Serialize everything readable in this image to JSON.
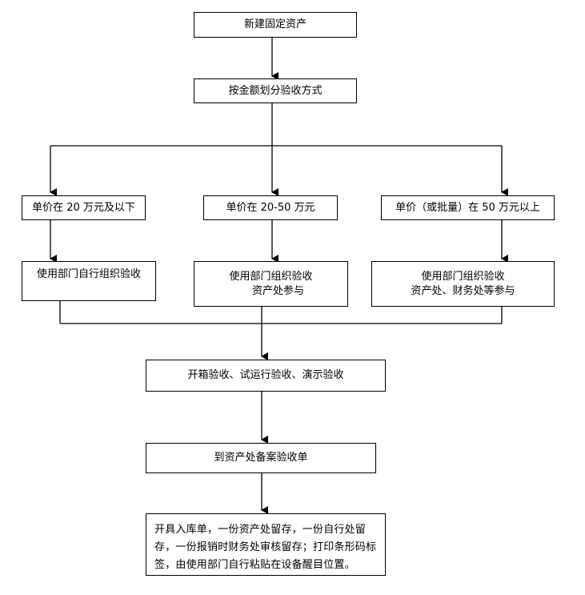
{
  "flow": {
    "start": "新建固定资产",
    "method": "按金额划分验收方式",
    "tiers": [
      {
        "condition": "单价在 20 万元及以下",
        "action_lines": [
          "使用部门自行组织验收"
        ]
      },
      {
        "condition": "单价在 20-50 万元",
        "action_lines": [
          "使用部门组织验收",
          "资产处参与"
        ]
      },
      {
        "condition": "单价（或批量）在 50 万元以上",
        "action_lines": [
          "使用部门组织验收",
          "资产处、财务处等参与"
        ]
      }
    ],
    "inspection": "开箱验收、试运行验收、演示验收",
    "filing": "到资产处备案验收单",
    "final": "开具入库单，一份资产处留存，一份自行处留存，一份报销时财务处审核留存；打印条形码标签，由使用部门自行粘贴在设备醒目位置。"
  }
}
